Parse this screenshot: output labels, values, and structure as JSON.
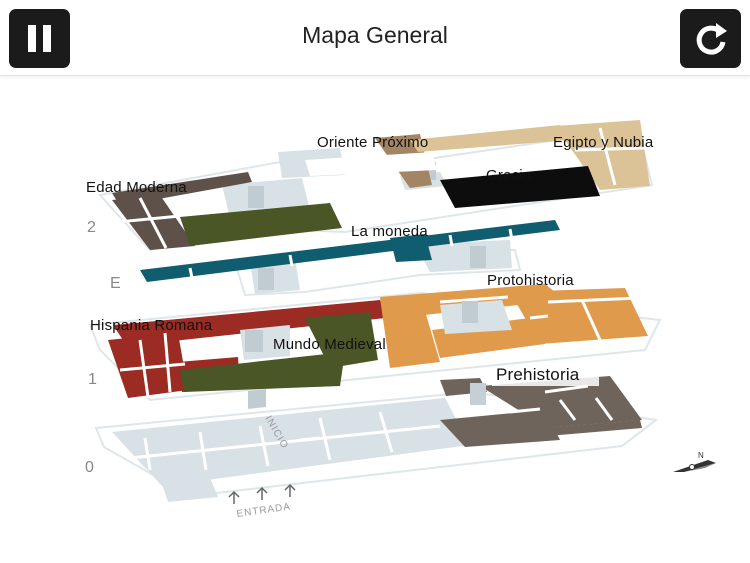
{
  "header": {
    "title": "Mapa General",
    "left_button_icon": "pause-icon",
    "right_button_icon": "refresh-icon"
  },
  "floors": {
    "f2": "2",
    "fE": "E",
    "f1": "1",
    "f0": "0"
  },
  "rooms": {
    "oriente": "Oriente Próximo",
    "egipto": "Egipto y Nubia",
    "grecia": "Grecia",
    "edad_moderna": "Edad Moderna",
    "moneda": "La moneda",
    "protohistoria": "Protohistoria",
    "hispania": "Hispania Romana",
    "medieval": "Mundo Medieval",
    "prehistoria": "Prehistoria"
  },
  "ground": {
    "inicio": "INICIO",
    "entrada": "ENTRADA"
  },
  "compass": {
    "north": "N"
  },
  "colors": {
    "base": "#d8e1e6",
    "moderna": "#5e5149",
    "green": "#4a5626",
    "teal": "#0f5d6e",
    "orange": "#e09a4b",
    "red": "#9b2b23",
    "prehistoria": "#6e645c",
    "oriente": "#a38463",
    "egipto": "#dcc397",
    "grecia": "#0d0d0d"
  }
}
